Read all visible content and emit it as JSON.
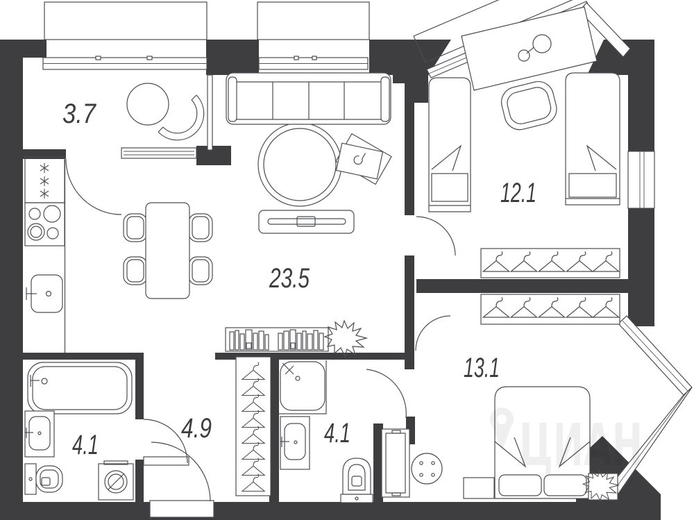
{
  "plan": {
    "type": "apartment-floor-plan",
    "watermark": {
      "text": "ЦИАН"
    },
    "rooms": [
      {
        "id": "loggia",
        "area_label": "3.7"
      },
      {
        "id": "living-kitchen",
        "area_label": "23.5"
      },
      {
        "id": "bedroom-kids",
        "area_label": "12.1"
      },
      {
        "id": "bedroom-master",
        "area_label": "13.1"
      },
      {
        "id": "hallway",
        "area_label": "4.9"
      },
      {
        "id": "bathroom",
        "area_label": "4.1"
      },
      {
        "id": "shower-wc",
        "area_label": "4.1"
      }
    ],
    "colors": {
      "wall": "#3e3e40",
      "line": "#4c4d50",
      "background": "#ffffff",
      "label": "#3d3d3f"
    }
  }
}
